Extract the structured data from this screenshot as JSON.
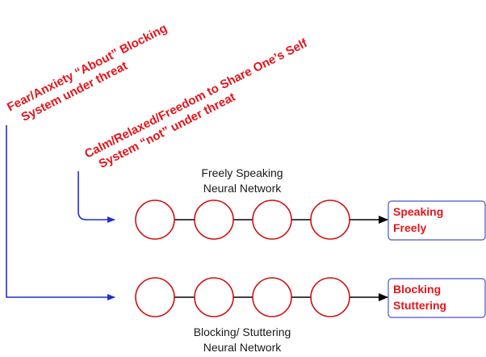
{
  "threat_label": {
    "line1": "Fear/Anxiety “About” Blocking",
    "line2": "System under threat"
  },
  "calm_label": {
    "line1": "Calm/Relaxed/Freedom to Share One’s Self",
    "line2": "System “not” under threat"
  },
  "freely_network": {
    "label_line1": "Freely Speaking",
    "label_line2": "Neural Network",
    "output_line1": "Speaking",
    "output_line2": "Freely"
  },
  "blocking_network": {
    "label_line1": "Blocking/ Stuttering",
    "label_line2": "Neural Network",
    "output_line1": "Blocking",
    "output_line2": "Stuttering"
  },
  "colors": {
    "label_red": "#e4141b",
    "arrow_blue": "#1f2fd6",
    "node_red": "#d01010",
    "box_border": "#4a55c8"
  }
}
